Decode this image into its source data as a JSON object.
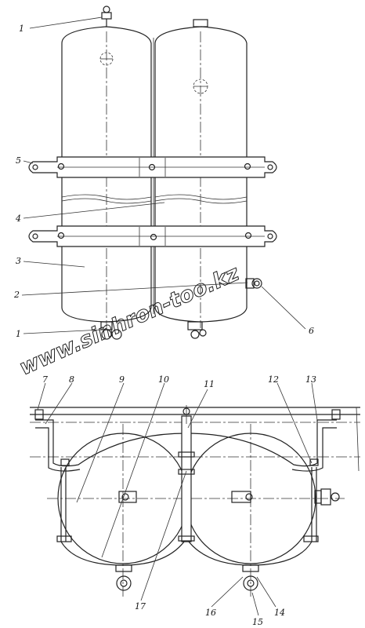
{
  "watermark": "www.sinhron-too.kz",
  "callouts": {
    "top": [
      "1",
      "5",
      "4",
      "3",
      "2",
      "1",
      "6"
    ],
    "bottom": [
      "7",
      "8",
      "9",
      "10",
      "11",
      "12",
      "13",
      "17",
      "16",
      "15",
      "14"
    ]
  }
}
